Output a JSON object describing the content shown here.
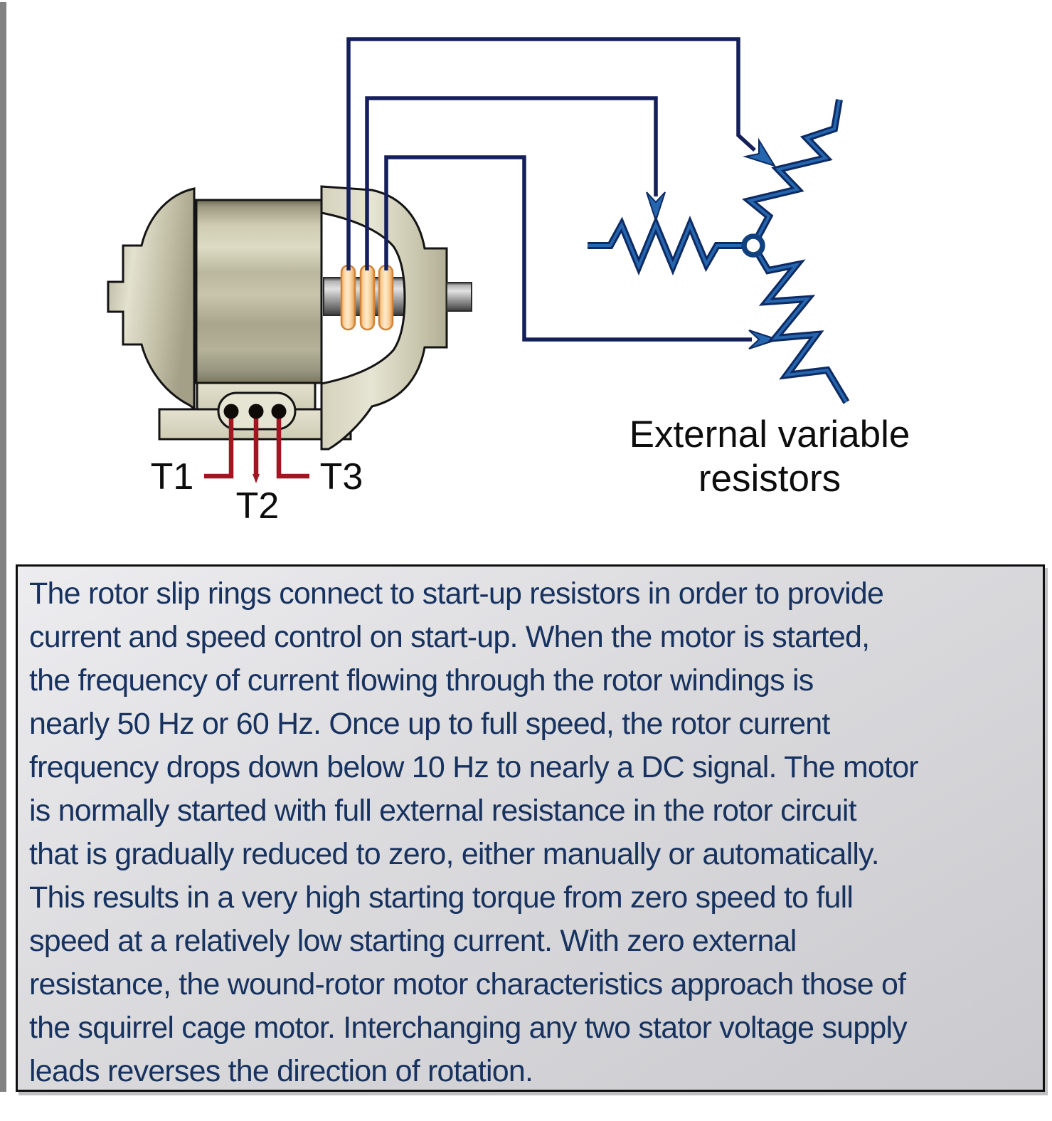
{
  "diagram": {
    "terminal_labels": [
      "T1",
      "T2",
      "T3"
    ],
    "resistor_label_line1": "External variable",
    "resistor_label_line2": "resistors",
    "colors": {
      "wire_navy": "#151f5a",
      "resistor_outline": "#0d2a63",
      "resistor_blue": "#2566ae",
      "lead_red": "#a31621",
      "motor_tan": "#d9d6c0",
      "slip_ring_peach": "#fbd9a8",
      "caption_text": "#17325f"
    }
  },
  "caption": {
    "lines": [
      "The rotor slip rings connect to start-up resistors in order to provide",
      "current and speed control on start-up. When the motor is started,",
      "the frequency of current flowing through the rotor windings is",
      "nearly 50 Hz or 60 Hz. Once up to full speed, the rotor current",
      "frequency drops down below 10 Hz to nearly a DC signal. The motor",
      "is normally started with full external resistance in the rotor circuit",
      "that is gradually reduced to zero, either manually or automatically.",
      "This results in a very high starting torque from zero speed to full",
      "speed at a relatively low starting current. With zero external",
      "resistance, the wound-rotor motor characteristics approach those of",
      "the squirrel cage motor. Interchanging any two stator voltage supply",
      "leads reverses the direction of rotation."
    ]
  }
}
